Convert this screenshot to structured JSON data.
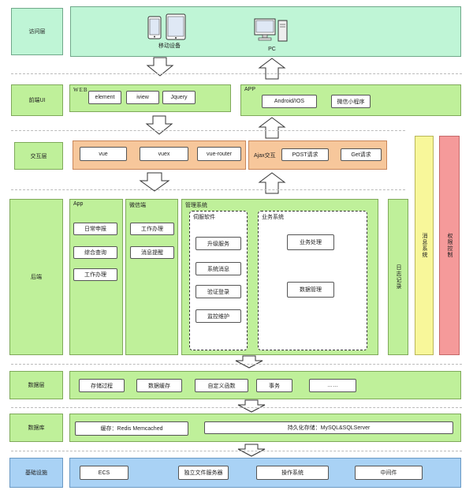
{
  "layers": {
    "access": "访问层",
    "frontend_ui": "前端UI",
    "interaction": "交互层",
    "backend": "后端",
    "data_layer": "数据层",
    "database": "数据库",
    "infrastructure": "基础设施"
  },
  "access": {
    "mobile": "移动设备",
    "pc": "PC"
  },
  "frontend": {
    "web_title": "WEB",
    "web_items": [
      "element",
      "iview",
      "Jquery"
    ],
    "app_title": "APP",
    "app_items": [
      "Android/IOS",
      "微信小程序"
    ]
  },
  "interaction": {
    "left_items": [
      "vue",
      "vuex",
      "vue-router"
    ],
    "ajax_title": "Ajax交互",
    "ajax_items": [
      "POST请求",
      "Get请求"
    ]
  },
  "backend": {
    "app_title": "App",
    "app_items": [
      "日常申报",
      "综合查询",
      "工作办理"
    ],
    "wechat_title": "微信端",
    "wechat_items": [
      "工作办理",
      "消息提醒"
    ],
    "mgmt_title": "管理系统",
    "service_title": "伺服软件",
    "service_items": [
      "升级服务",
      "系统消息",
      "验证登录",
      "监控维护"
    ],
    "biz_title": "业务系统",
    "biz_items": [
      "业务处理",
      "数据管理"
    ],
    "log": "日志记录"
  },
  "side": {
    "message": "消息系统",
    "permission": "权限控制"
  },
  "data_layer": {
    "items": [
      "存储过程",
      "数据缓存",
      "自定义函数",
      "事务",
      "……"
    ]
  },
  "database": {
    "cache": "缓存：Redis   Memcached",
    "persist": "持久化存储：MySQL&SQLServer"
  },
  "infra": {
    "items": [
      "ECS",
      "独立文件服务器",
      "操作系统",
      "中间件"
    ]
  }
}
